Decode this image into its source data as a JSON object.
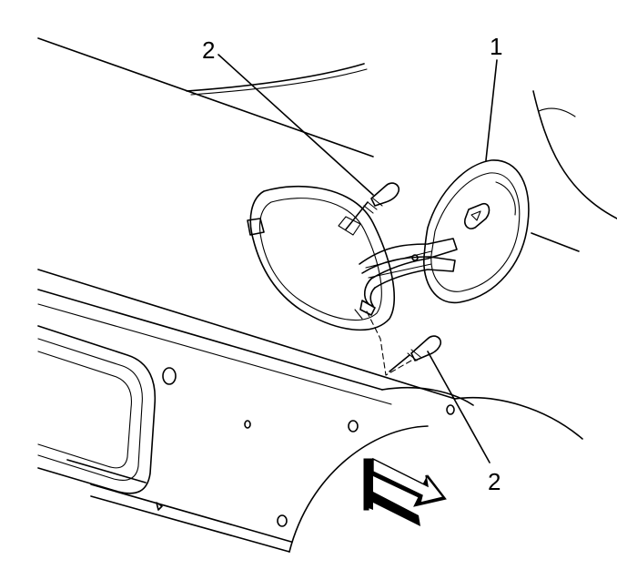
{
  "callouts": [
    {
      "id": "fuel-door",
      "label": "1"
    },
    {
      "id": "upper-screw",
      "label": "2"
    },
    {
      "id": "lower-screw",
      "label": "2"
    }
  ]
}
